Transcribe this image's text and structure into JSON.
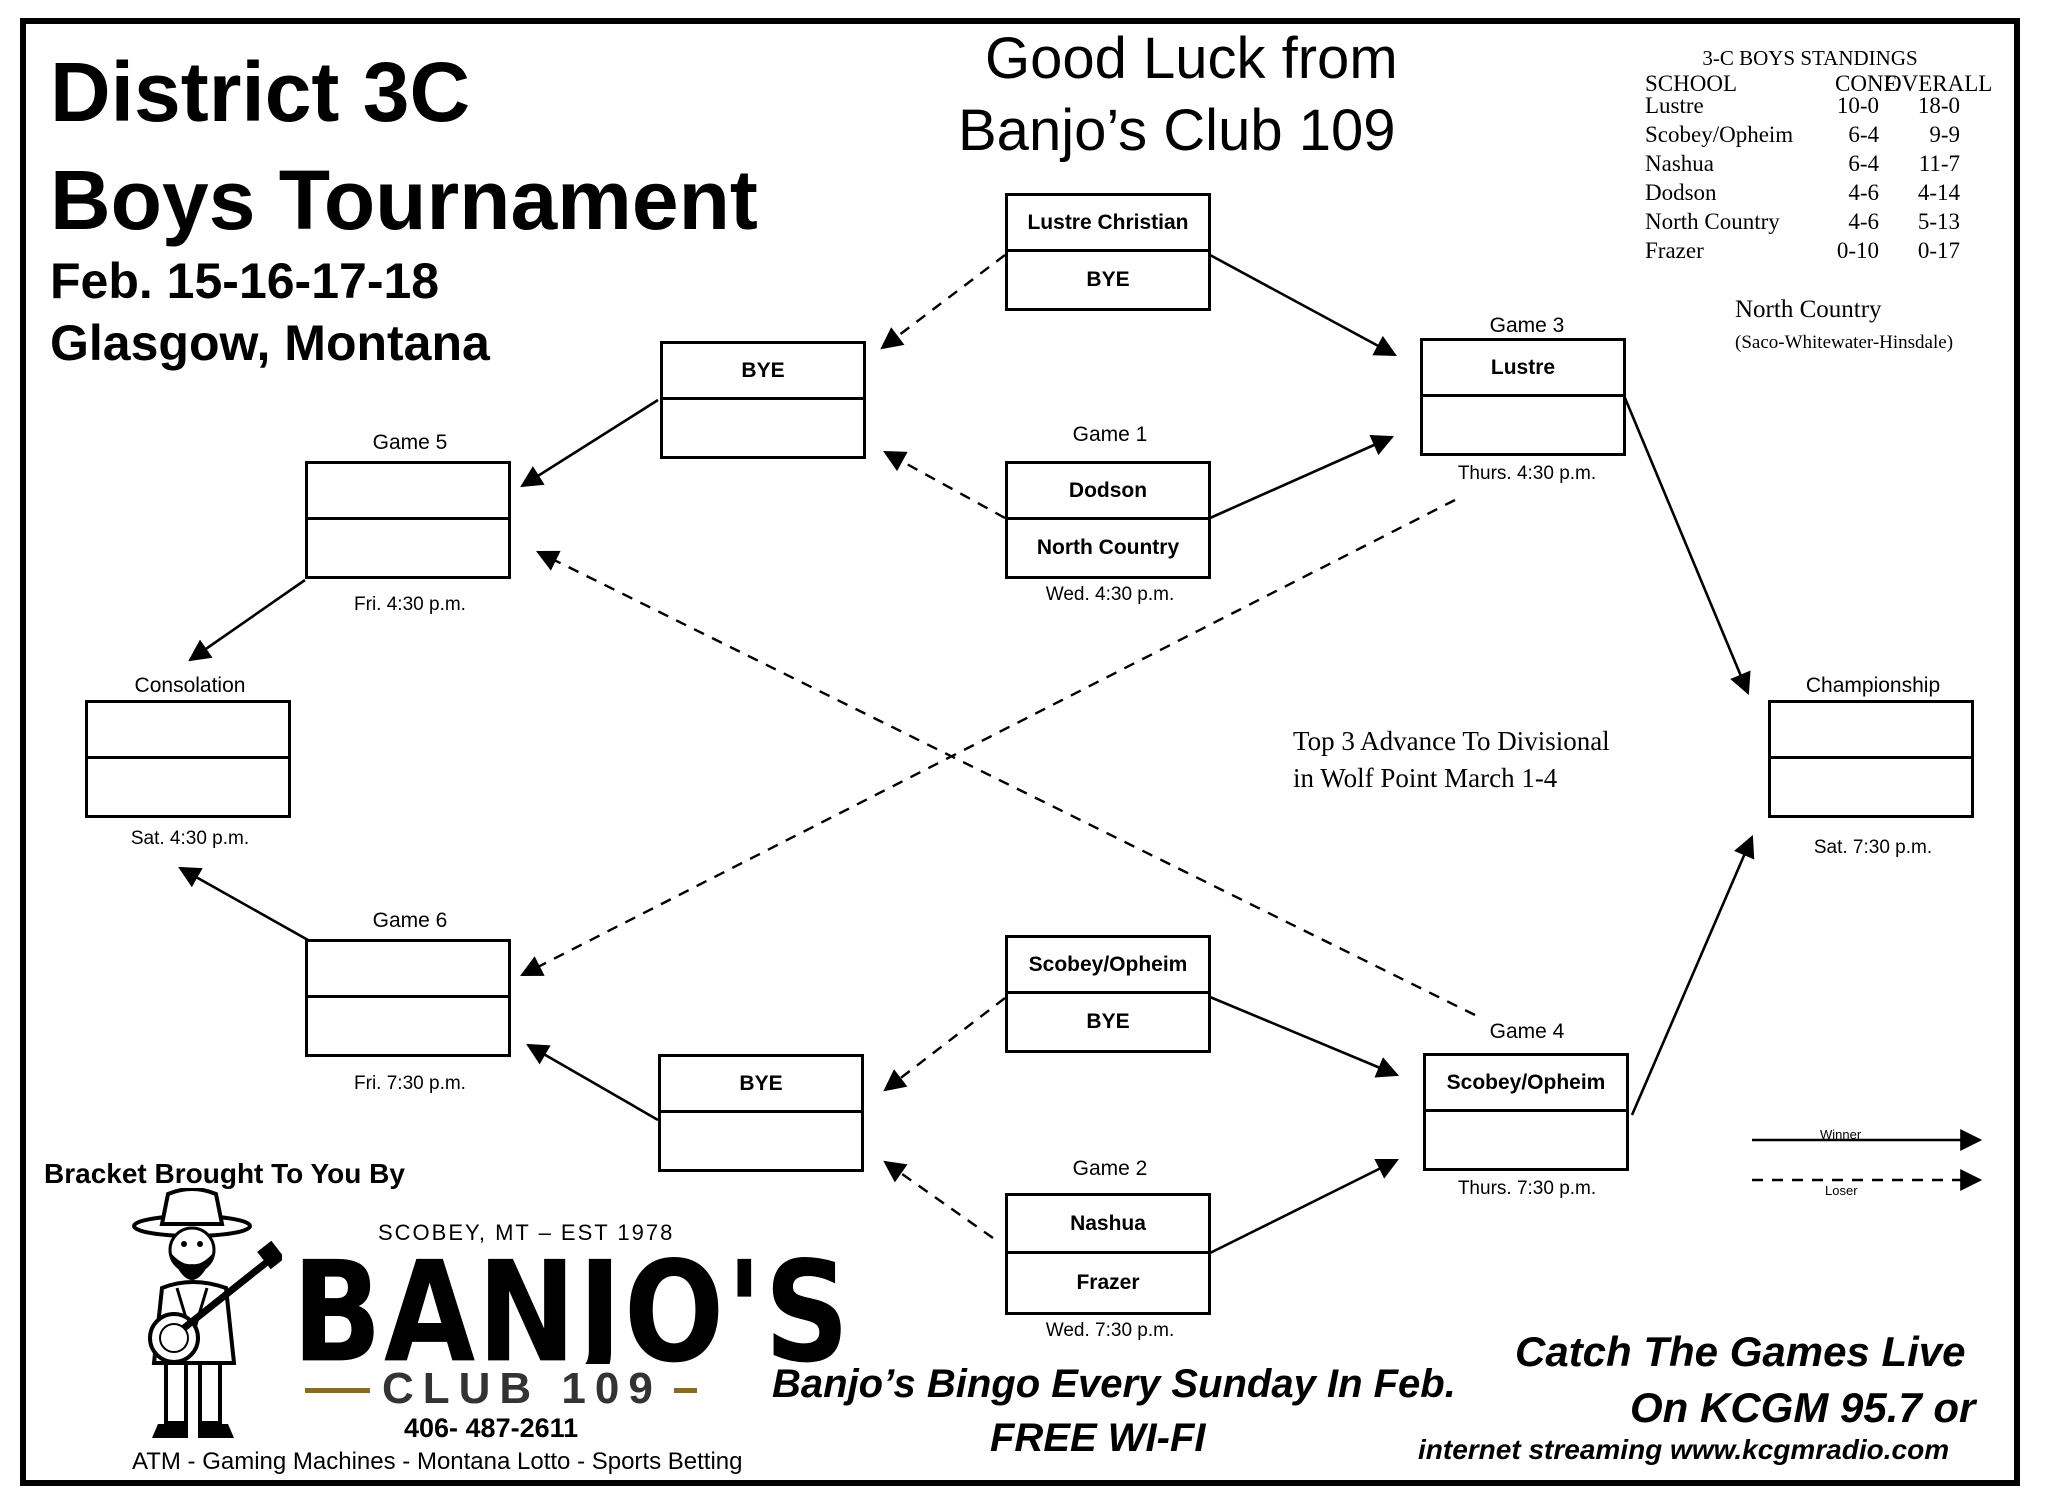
{
  "header": {
    "title_line1": "District 3C",
    "title_line2": "Boys Tournament",
    "dates": "Feb. 15-16-17-18",
    "location": "Glasgow, Montana",
    "sponsor_line1": "Good Luck from",
    "sponsor_line2": "Banjo’s Club 109"
  },
  "standings": {
    "title": "3-C BOYS STANDINGS",
    "col_school": "SCHOOL",
    "col_conf": "CONF.",
    "col_overall": "OVERALL",
    "rows": [
      {
        "school": "Lustre",
        "conf": "10-0",
        "overall": "18-0"
      },
      {
        "school": "Scobey/Opheim",
        "conf": "6-4",
        "overall": "9-9"
      },
      {
        "school": "Nashua",
        "conf": "6-4",
        "overall": "11-7"
      },
      {
        "school": "Dodson",
        "conf": "4-6",
        "overall": "4-14"
      },
      {
        "school": "North Country",
        "conf": "4-6",
        "overall": "5-13"
      },
      {
        "school": "Frazer",
        "conf": "0-10",
        "overall": "0-17"
      }
    ],
    "note_name": "North Country",
    "note_detail": "(Saco-Whitewater-Hinsdale)"
  },
  "bracket": {
    "lustre_christian_box": {
      "top": "Lustre Christian",
      "bottom": "BYE"
    },
    "bye_upper": {
      "top": "BYE",
      "bottom": ""
    },
    "game1": {
      "label": "Game 1",
      "top": "Dodson",
      "bottom": "North Country",
      "time": "Wed. 4:30 p.m."
    },
    "game3": {
      "label": "Game 3",
      "top": "Lustre",
      "bottom": "",
      "time": "Thurs. 4:30 p.m."
    },
    "game5": {
      "label": "Game 5",
      "top": "",
      "bottom": "",
      "time": "Fri. 4:30 p.m."
    },
    "consolation": {
      "label": "Consolation",
      "top": "",
      "bottom": "",
      "time": "Sat. 4:30 p.m."
    },
    "championship": {
      "label": "Championship",
      "top": "",
      "bottom": "",
      "time": "Sat. 7:30 p.m."
    },
    "game6": {
      "label": "Game 6",
      "top": "",
      "bottom": "",
      "time": "Fri. 7:30 p.m."
    },
    "scobey_box": {
      "top": "Scobey/Opheim",
      "bottom": "BYE"
    },
    "bye_lower": {
      "top": "BYE",
      "bottom": ""
    },
    "game4": {
      "label": "Game 4",
      "top": "Scobey/Opheim",
      "bottom": "",
      "time": "Thurs. 7:30 p.m."
    },
    "game2": {
      "label": "Game 2",
      "top": "Nashua",
      "bottom": "Frazer",
      "time": "Wed. 7:30  p.m."
    }
  },
  "advance_note": {
    "line1": "Top 3 Advance To Divisional",
    "line2": "in Wolf Point March 1-4"
  },
  "legend": {
    "winner": "Winner",
    "loser": "Loser"
  },
  "footer": {
    "brought_by": "Bracket Brought To You By",
    "logo_tagline": "SCOBEY, MT – EST 1978",
    "logo_name": "BANJO'S",
    "logo_club": "CLUB 109",
    "phone": "406- 487-2611",
    "services": "ATM - Gaming Machines - Montana Lotto -  Sports Betting",
    "bingo_line1": "Banjo’s Bingo Every Sunday In Feb.",
    "bingo_line2": "FREE WI-FI",
    "radio_line1": "Catch The Games Live",
    "radio_line2": "On KCGM 95.7 or",
    "radio_line3": "internet streaming  www.kcgmradio.com"
  },
  "colors": {
    "logo_accent": "#8a6a2a",
    "ink": "#000000"
  }
}
